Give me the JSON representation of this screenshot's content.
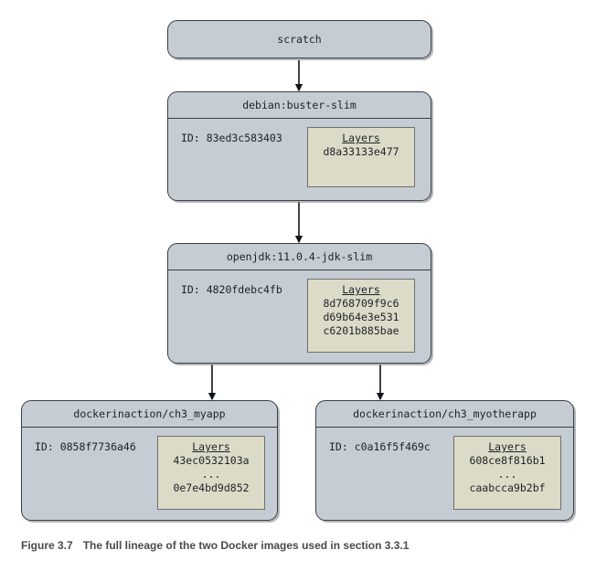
{
  "figure": {
    "number": "Figure 3.7",
    "caption": "The full lineage of the two Docker images used in section 3.3.1"
  },
  "colors": {
    "node_fill": "#c6ccd4",
    "node_border": "#3a3f45",
    "layers_fill": "#dcdbc8",
    "layers_border": "#6e7168",
    "arrow": "#101418",
    "caption_text": "#4a4a4a",
    "page_background": "#ffffff"
  },
  "labels": {
    "id_prefix": "ID:",
    "layers_heading": "Layers",
    "ellipsis": "..."
  },
  "nodes": {
    "scratch": {
      "title": "scratch",
      "has_body": false
    },
    "debian": {
      "title": "debian:buster-slim",
      "id_label": "ID: 83ed3c583403",
      "layers_heading": "Layers",
      "layers": [
        "d8a33133e477"
      ]
    },
    "openjdk": {
      "title": "openjdk:11.0.4-jdk-slim",
      "id_label": "ID: 4820fdebc4fb",
      "layers_heading": "Layers",
      "layers": [
        "8d768709f9c6",
        "d69b64e3e531",
        "c6201b885bae"
      ]
    },
    "myapp": {
      "title": "dockerinaction/ch3_myapp",
      "id_label": "ID: 0858f7736a46",
      "layers_heading": "Layers",
      "layers": [
        "43ec0532103a",
        "...",
        "0e7e4bd9d852"
      ]
    },
    "myotherapp": {
      "title": "dockerinaction/ch3_myotherapp",
      "id_label": "ID: c0a16f5f469c",
      "layers_heading": "Layers",
      "layers": [
        "608ce8f816b1",
        "...",
        "caabcca9b2bf"
      ]
    }
  },
  "edges": [
    {
      "from": "scratch",
      "to": "debian"
    },
    {
      "from": "debian",
      "to": "openjdk"
    },
    {
      "from": "openjdk",
      "to": "myapp"
    },
    {
      "from": "openjdk",
      "to": "myotherapp"
    }
  ]
}
